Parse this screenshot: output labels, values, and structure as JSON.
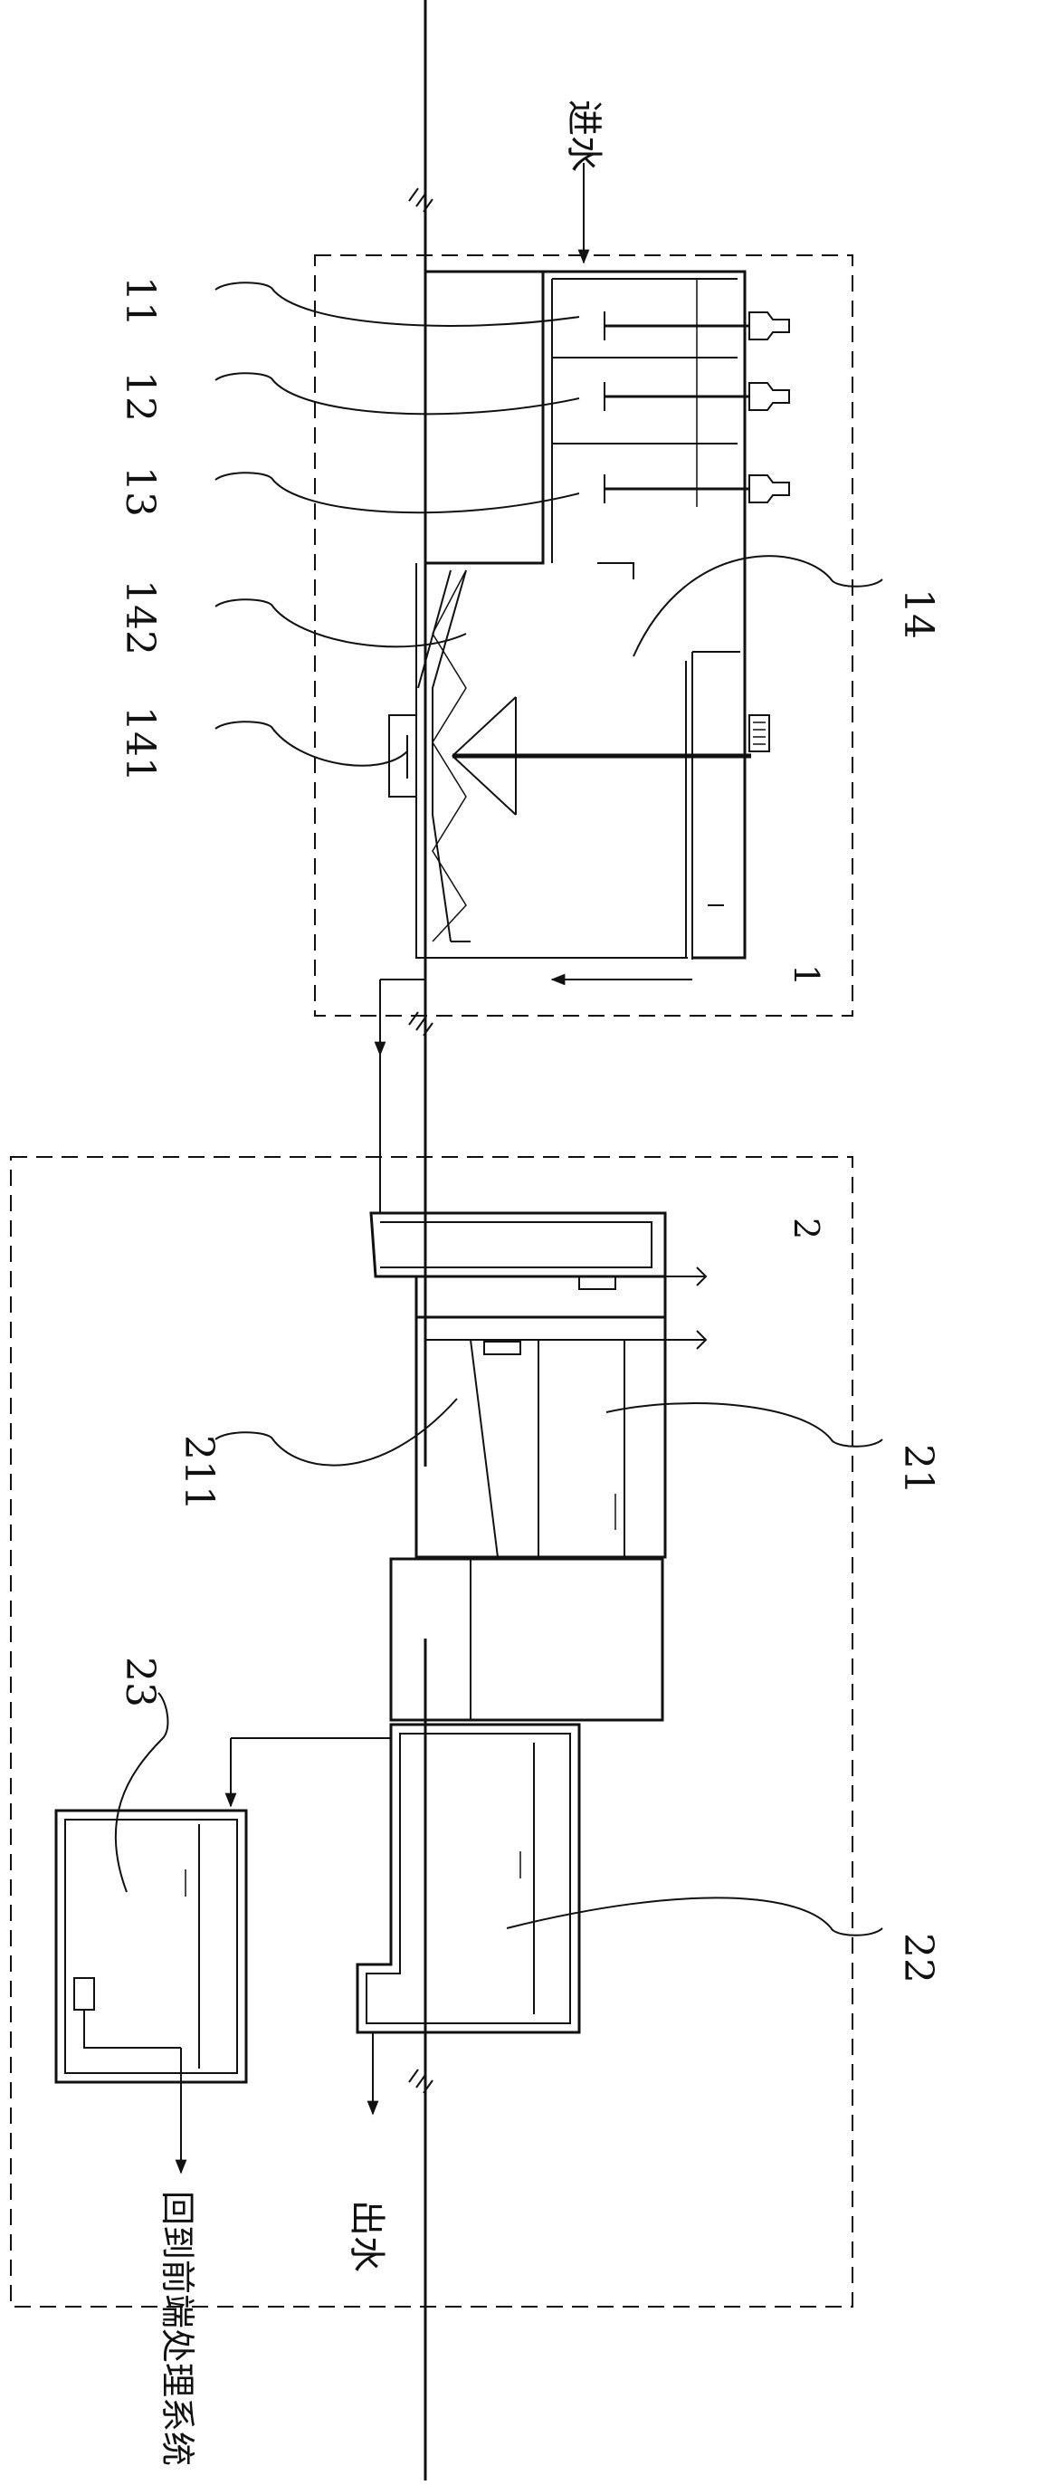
{
  "labels": {
    "inlet": "进水",
    "outlet": "出水",
    "return": "回到前端处理系统",
    "unit1": "1",
    "unit2": "2",
    "n11": "11",
    "n12": "12",
    "n13": "13",
    "n142": "142",
    "n141": "141",
    "n14": "14",
    "n21": "21",
    "n211": "211",
    "n23": "23",
    "n22": "22"
  },
  "colors": {
    "line": "#111111",
    "background": "#ffffff"
  }
}
